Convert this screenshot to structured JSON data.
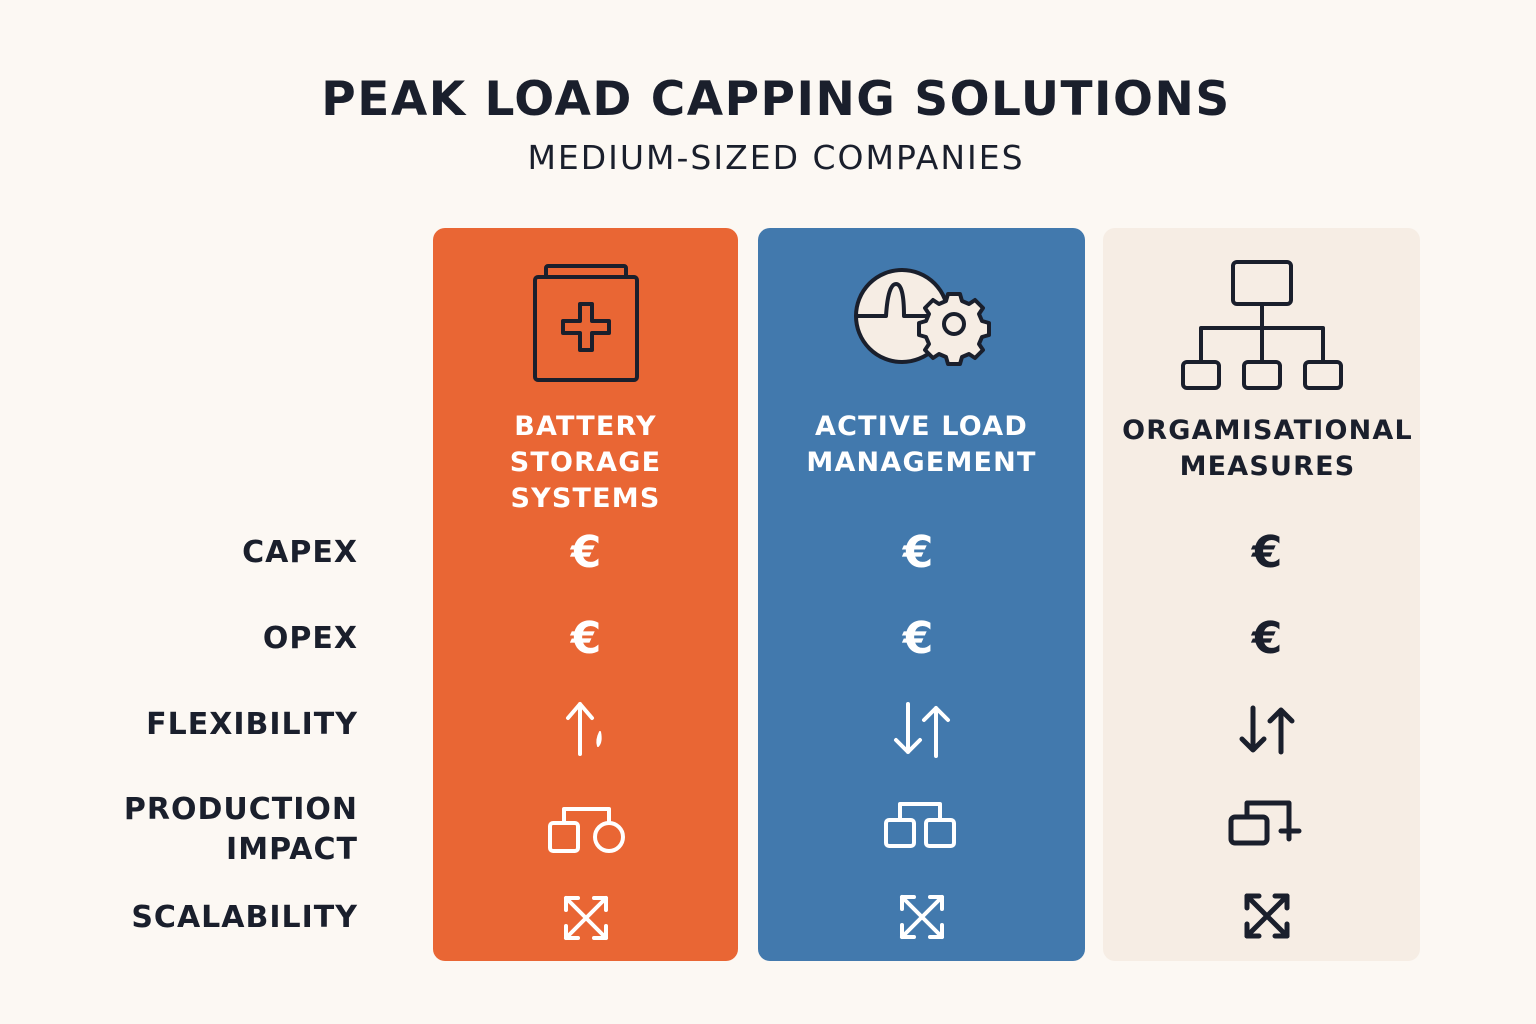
{
  "title": "PEAK LOAD CAPPING SOLUTIONS",
  "subtitle": "MEDIUM-SIZED COMPANIES",
  "rows": [
    {
      "label": "CAPEX"
    },
    {
      "label": "OPEX"
    },
    {
      "label": "FLEXIBILITY"
    },
    {
      "label_line1": "PRODUCTION",
      "label_line2": "IMPACT"
    },
    {
      "label": "SCALABILITY"
    }
  ],
  "columns": [
    {
      "title_line1": "BATTERY",
      "title_line2": "STORAGE SYSTEMS",
      "header_icon": "battery-plus-icon",
      "color": "#e96634",
      "cells": {
        "capex": "€",
        "opex": "€",
        "flexibility_icon": "arrow-up-icon",
        "production_impact_icon": "square-circle-link-icon",
        "scalability_icon": "expand-cross-icon"
      }
    },
    {
      "title_line1": "ACTIVE LOAD",
      "title_line2": "MANAGEMENT",
      "header_icon": "gauge-gear-icon",
      "color": "#4279ad",
      "cells": {
        "capex": "€",
        "opex": "€",
        "flexibility_icon": "arrows-up-down-icon",
        "production_impact_icon": "two-squares-link-icon",
        "scalability_icon": "expand-cross-icon"
      }
    },
    {
      "title_line1": "ORGAMISATIONAL",
      "title_line2": "MEASURES",
      "header_icon": "org-chart-icon",
      "color": "#f6ede4",
      "cells": {
        "capex": "€",
        "opex": "€",
        "flexibility_icon": "arrows-up-down-icon",
        "production_impact_icon": "square-plus-link-icon",
        "scalability_icon": "expand-cross-icon"
      }
    }
  ]
}
